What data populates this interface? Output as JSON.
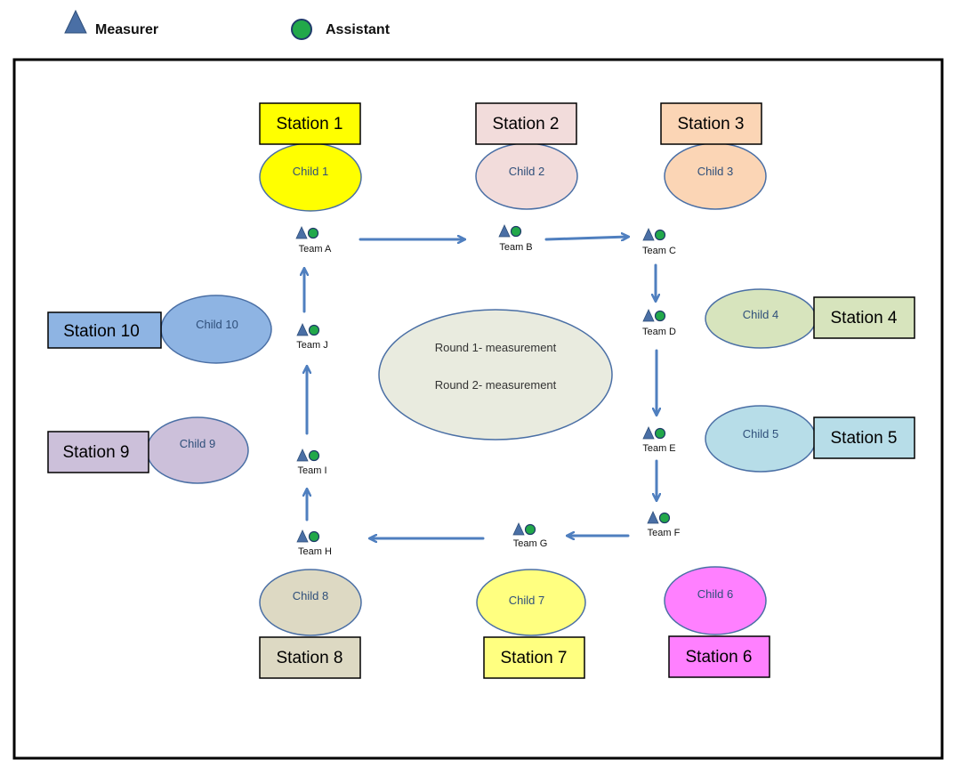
{
  "legend": {
    "measurer_label": "Measurer",
    "assistant_label": "Assistant"
  },
  "center": {
    "line1": "Round 1- measurement",
    "line2": "Round 2- measurement"
  },
  "colors": {
    "measurer": "#4a6fa5",
    "assistant": "#22a84a",
    "arrow": "#4f7fbf",
    "center_fill": "#e9ebdf"
  },
  "stations": [
    {
      "id": 1,
      "label": "Station 1",
      "child": "Child 1",
      "box_fill": "#ffff00",
      "child_fill": "#ffff00"
    },
    {
      "id": 2,
      "label": "Station 2",
      "child": "Child 2",
      "box_fill": "#f2dcdb",
      "child_fill": "#f2dcdb"
    },
    {
      "id": 3,
      "label": "Station 3",
      "child": "Child 3",
      "box_fill": "#fbd5b5",
      "child_fill": "#fbd5b5"
    },
    {
      "id": 4,
      "label": "Station 4",
      "child": "Child 4",
      "box_fill": "#d7e4bd",
      "child_fill": "#d7e4bd"
    },
    {
      "id": 5,
      "label": "Station 5",
      "child": "Child 5",
      "box_fill": "#b7dde8",
      "child_fill": "#b7dde8"
    },
    {
      "id": 6,
      "label": "Station 6",
      "child": "Child 6",
      "box_fill": "#ff80ff",
      "child_fill": "#ff80ff"
    },
    {
      "id": 7,
      "label": "Station 7",
      "child": "Child 7",
      "box_fill": "#ffff80",
      "child_fill": "#ffff80"
    },
    {
      "id": 8,
      "label": "Station 8",
      "child": "Child 8",
      "box_fill": "#ddd9c3",
      "child_fill": "#ddd9c3"
    },
    {
      "id": 9,
      "label": "Station 9",
      "child": "Child 9",
      "box_fill": "#ccc0da",
      "child_fill": "#ccc0da"
    },
    {
      "id": 10,
      "label": "Station 10",
      "child": "Child 10",
      "box_fill": "#8eb4e3",
      "child_fill": "#8eb4e3"
    }
  ],
  "teams": [
    {
      "label": "Team A"
    },
    {
      "label": "Team B"
    },
    {
      "label": "Team C"
    },
    {
      "label": "Team D"
    },
    {
      "label": "Team E"
    },
    {
      "label": "Team F"
    },
    {
      "label": "Team G"
    },
    {
      "label": "Team H"
    },
    {
      "label": "Team I"
    },
    {
      "label": "Team J"
    }
  ]
}
